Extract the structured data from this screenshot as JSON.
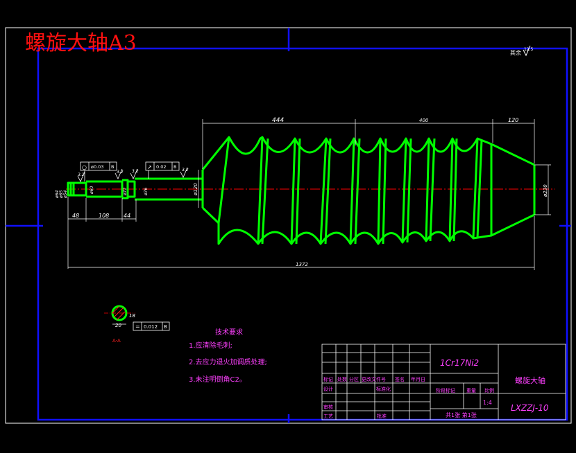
{
  "title": "螺旋大轴A3",
  "roughness_note": "其余",
  "roughness_value": "12.5",
  "dimensions": {
    "d444": "444",
    "d400": "400",
    "d120": "120",
    "d48": "48",
    "d108": "108",
    "d44": "44",
    "d1372": "1372",
    "dia120": "ø120",
    "dia230": "ø230",
    "dia60": "ø60",
    "dia72": "ø72",
    "dia76": "ø76",
    "dia_left_a": "ø64",
    "dia_left_b": "ø65",
    "dia_left_c": "ø54"
  },
  "roughness_marks": [
    "3.2",
    "3.2",
    "3.2",
    "3.2"
  ],
  "tolerance_frames": [
    {
      "symbol": "○",
      "value": "ø0.03",
      "datum": "B"
    },
    {
      "symbol": "↗",
      "value": "0.02",
      "datum": "B"
    },
    {
      "symbol": "=",
      "value": "0.012",
      "datum": "B"
    }
  ],
  "section": {
    "label": "A-A",
    "w1": "20",
    "w2": "18"
  },
  "technical_requirements": {
    "heading": "技术要求",
    "items": [
      "1.应清除毛刺;",
      "2.去应力退火加调质处理;",
      "3.未注明倒角C2。"
    ]
  },
  "title_block": {
    "material": "1Cr17Ni2",
    "part_name": "螺旋大轴",
    "drawing_number": "LXZZJ-10",
    "scale": "1:4",
    "sheets": "共1张 第1张",
    "header_labels": [
      "标记",
      "处数",
      "分区",
      "更改文件号",
      "签名",
      "年月日"
    ],
    "row_labels": [
      "设计",
      "标准化"
    ],
    "stage_labels": [
      "阶段标记",
      "重量",
      "比例"
    ],
    "bottom_labels": [
      "审核",
      "工艺",
      "批准"
    ]
  },
  "colors": {
    "background": "#000000",
    "frame": "#1010ff",
    "outline": "#00ff00",
    "dimension": "#ffffff",
    "title_text": "#ff1010",
    "notes": "#ff40ff",
    "centerline": "#ff0000",
    "table": "#ffffff"
  }
}
